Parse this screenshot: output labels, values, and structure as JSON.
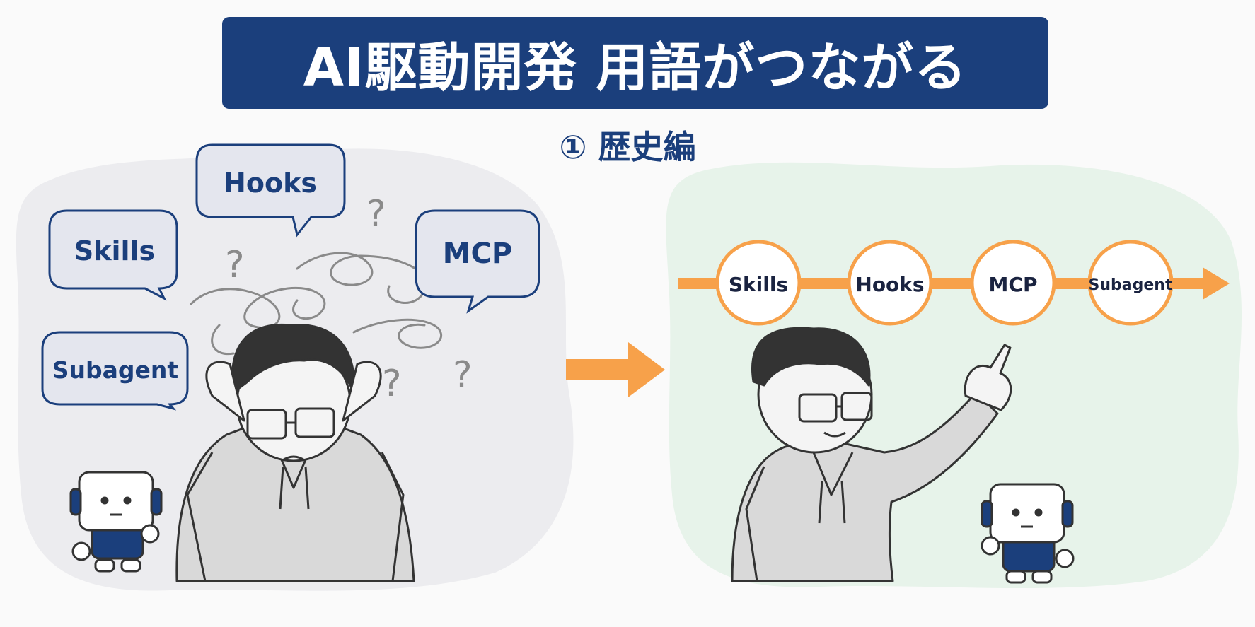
{
  "title": "AI駆動開発 用語がつながる",
  "subtitle": "① 歴史編",
  "confused_panel": {
    "bubbles": [
      "Hooks",
      "Skills",
      "MCP",
      "Subagent"
    ],
    "question_marks": [
      "?",
      "?",
      "?",
      "?"
    ]
  },
  "timeline_panel": {
    "nodes": [
      "Skills",
      "Hooks",
      "MCP",
      "Subagent"
    ]
  },
  "colors": {
    "navy": "#1b3f7c",
    "orange": "#f7a14a",
    "left_panel": "#ececef",
    "right_panel": "#e7f3ea"
  },
  "icons": [
    "confused-person-illustration",
    "pointing-person-illustration",
    "robot-mascot-icon",
    "arrow-right-icon"
  ]
}
